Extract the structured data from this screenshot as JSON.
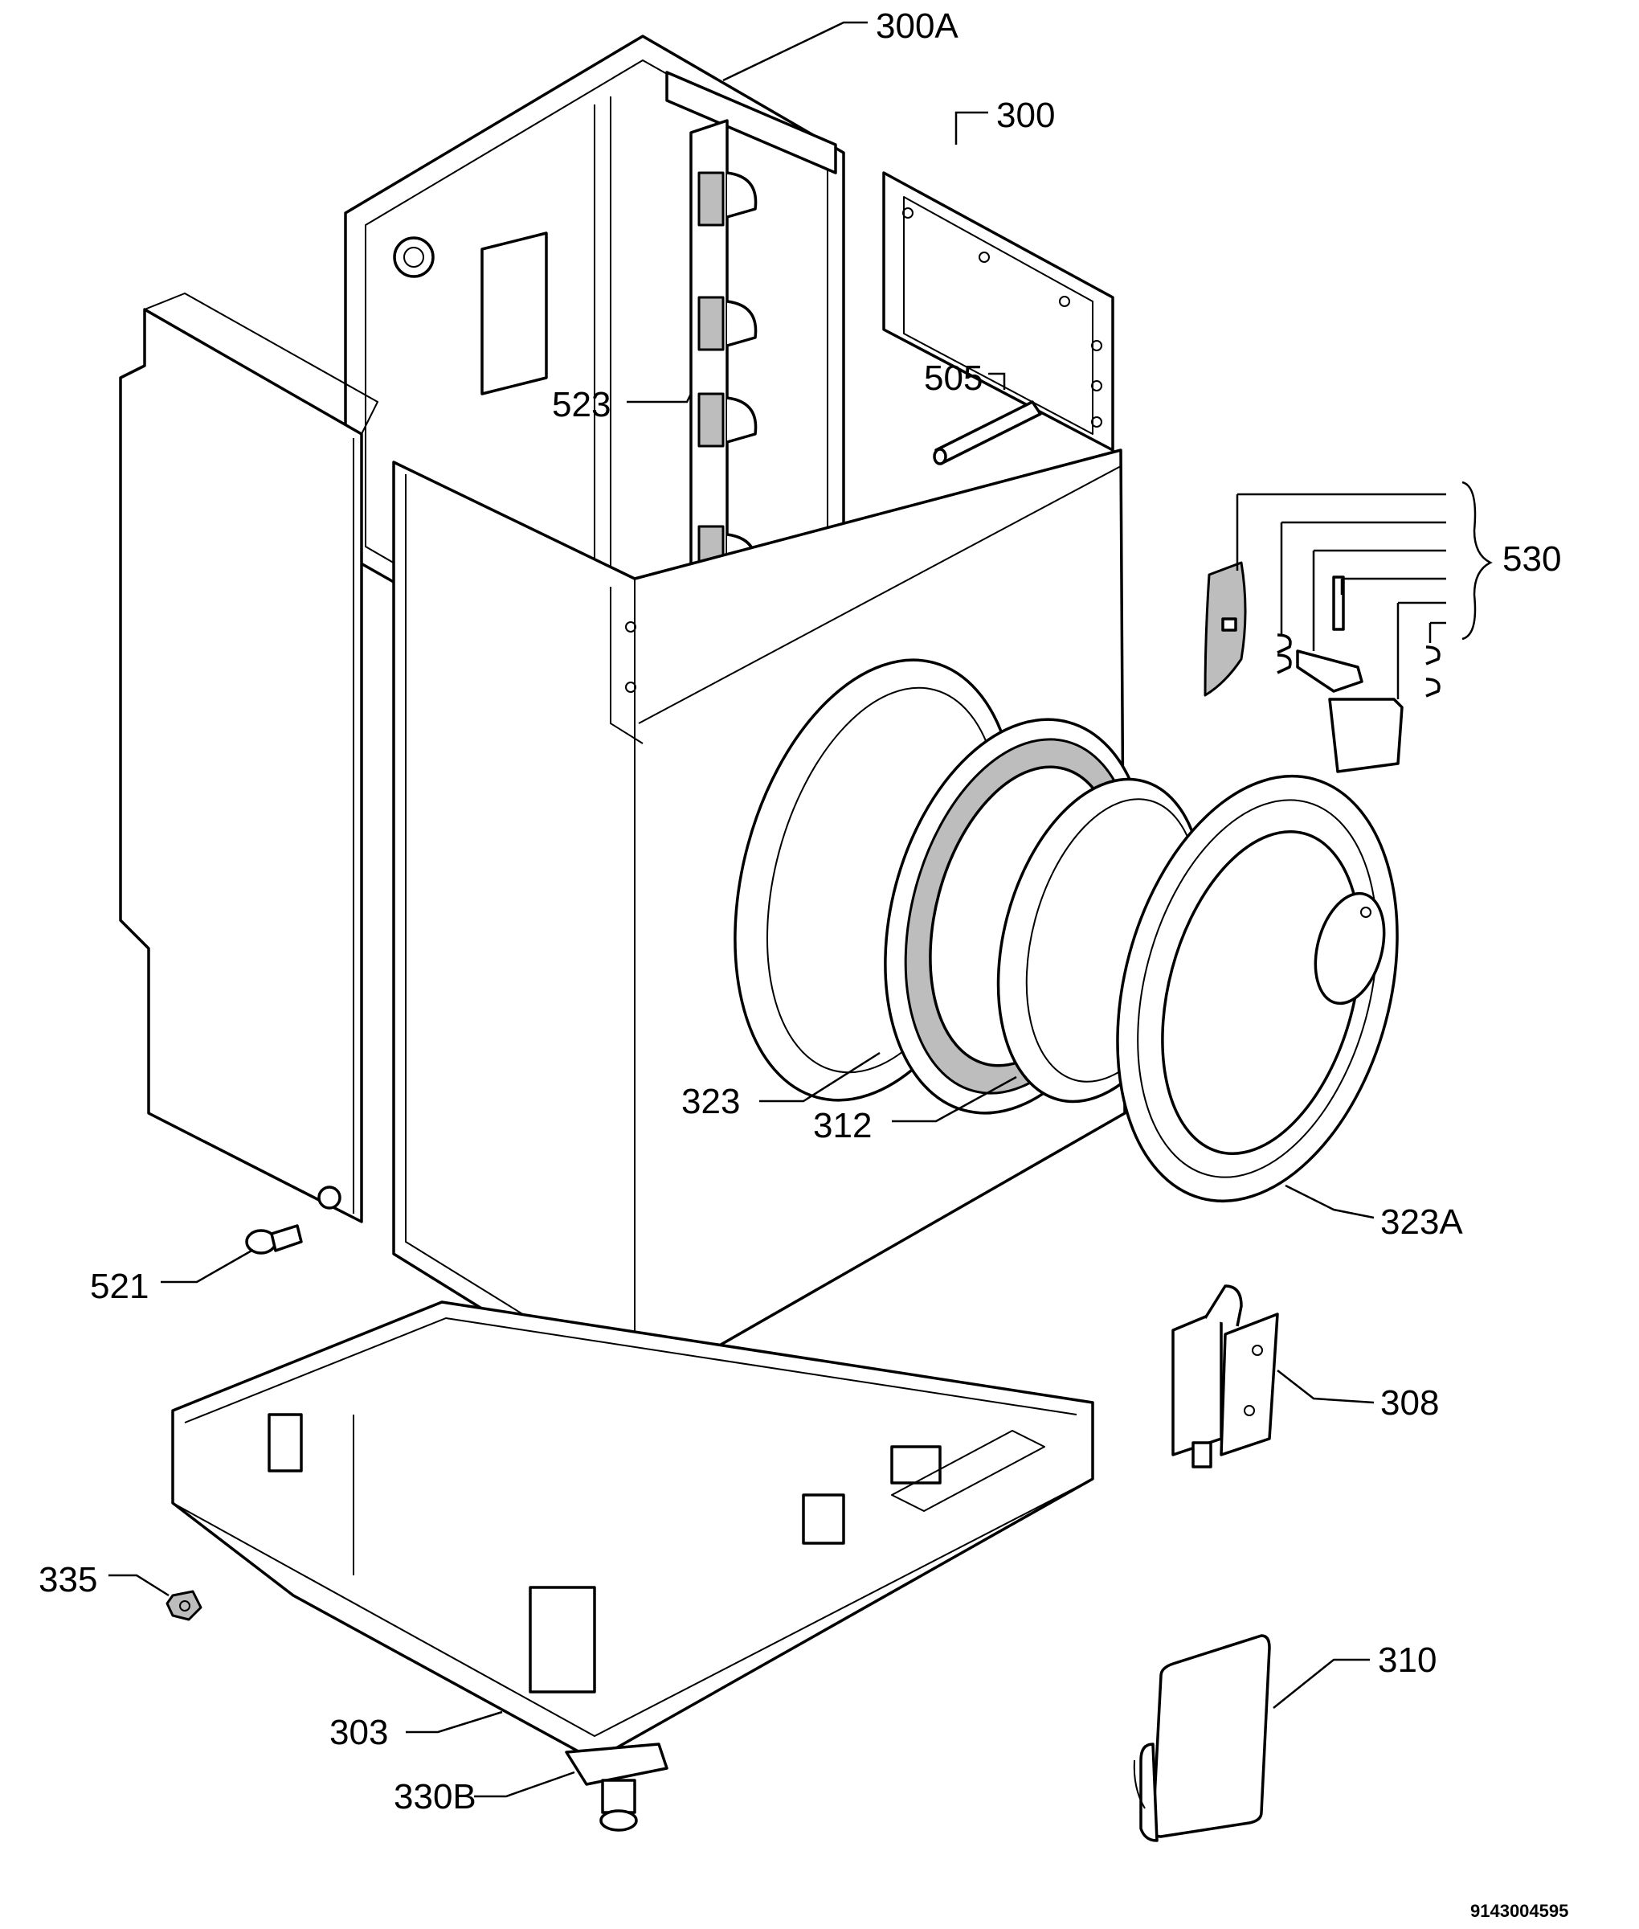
{
  "labels": {
    "l300A": "300A",
    "l300": "300",
    "l505": "505",
    "l523": "523",
    "l530": "530",
    "l323": "323",
    "l312": "312",
    "l323A": "323A",
    "l521": "521",
    "l308": "308",
    "l335": "335",
    "l310": "310",
    "l303": "303",
    "l330B": "330B"
  },
  "drawing_code": "9143004595"
}
